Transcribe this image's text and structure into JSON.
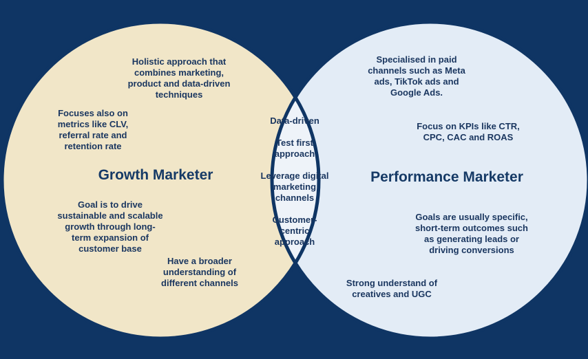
{
  "colors": {
    "background": "#0f3564",
    "left_circle": "#f1e6c8",
    "right_circle": "#e3ecf6",
    "overlap": "#eef3f9",
    "outline": "#0f3564",
    "text": "#1b3760"
  },
  "left": {
    "title": "Growth Marketer",
    "points": [
      "Holistic approach that\ncombines marketing,\nproduct and data-driven\ntechniques",
      "Focuses also on\nmetrics like CLV,\nreferral rate and\nretention rate",
      "Goal is to drive\nsustainable and scalable\ngrowth through long-\nterm expansion of\ncustomer base",
      "Have a broader\nunderstanding of\ndifferent channels"
    ]
  },
  "overlap": {
    "points": [
      "Data-driven",
      "Test first\napproach",
      "Leverage digital\nmarketing\nchannels",
      "Customer-\ncentric\napproach"
    ]
  },
  "right": {
    "title": "Performance Marketer",
    "points": [
      "Specialised in paid\nchannels such as Meta\nads, TikTok ads and\nGoogle Ads.",
      "Focus on KPIs like CTR,\nCPC, CAC and ROAS",
      "Goals are usually specific,\nshort-term outcomes such\nas generating leads or\ndriving conversions",
      "Strong understand of\ncreatives and UGC"
    ]
  }
}
